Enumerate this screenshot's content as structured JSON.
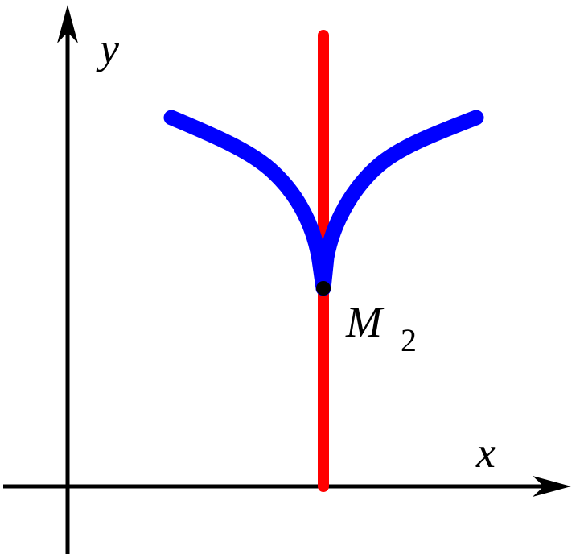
{
  "labels": {
    "x_axis": "x",
    "y_axis": "y",
    "point_main": "M",
    "point_sub": "2"
  },
  "colors": {
    "background": "#ffffff",
    "axes": "#000000",
    "curve": "#0000ff",
    "vertical_line": "#ff0000",
    "point": "#000000"
  }
}
